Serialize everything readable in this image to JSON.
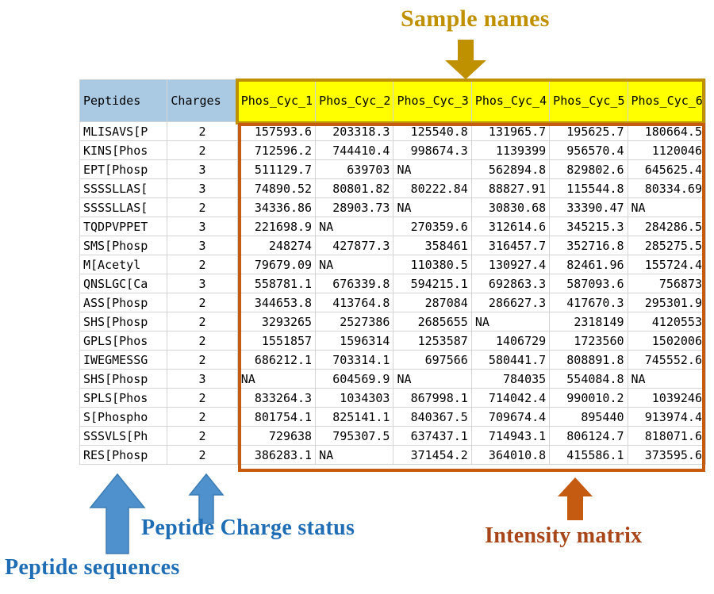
{
  "annotations": {
    "sample_names": "Sample names",
    "peptide_sequences": "Peptide sequences",
    "peptide_charge_status": "Peptide Charge status",
    "intensity_matrix": "Intensity matrix"
  },
  "colors": {
    "sample_names_accent": "#bf9000",
    "intensity_accent": "#c55a11",
    "peptide_accent": "#1f6eb5",
    "header_fill_blue": "#aac9e3",
    "header_fill_yellow": "#ffff00"
  },
  "table": {
    "headers": {
      "peptides": "Peptides",
      "charges": "Charges",
      "samples": [
        "Phos_Cyc_1",
        "Phos_Cyc_2",
        "Phos_Cyc_3",
        "Phos_Cyc_4",
        "Phos_Cyc_5",
        "Phos_Cyc_6"
      ]
    },
    "rows": [
      {
        "peptide": "MLISAVS[P",
        "charge": "2",
        "values": [
          "157593.6",
          "203318.3",
          "125540.8",
          "131965.7",
          "195625.7",
          "180664.5"
        ]
      },
      {
        "peptide": "KINS[Phos",
        "charge": "2",
        "values": [
          "712596.2",
          "744410.4",
          "998674.3",
          "1139399",
          "956570.4",
          "1120046"
        ]
      },
      {
        "peptide": "EPT[Phosp",
        "charge": "3",
        "values": [
          "511129.7",
          "639703",
          "NA",
          "562894.8",
          "829802.6",
          "645625.4"
        ]
      },
      {
        "peptide": "SSSSLLAS[",
        "charge": "3",
        "values": [
          "74890.52",
          "80801.82",
          "80222.84",
          "88827.91",
          "115544.8",
          "80334.69"
        ]
      },
      {
        "peptide": "SSSSLLAS[",
        "charge": "2",
        "values": [
          "34336.86",
          "28903.73",
          "NA",
          "30830.68",
          "33390.47",
          "NA"
        ]
      },
      {
        "peptide": "TQDPVPPET",
        "charge": "3",
        "values": [
          "221698.9",
          "NA",
          "270359.6",
          "312614.6",
          "345215.3",
          "284286.5"
        ]
      },
      {
        "peptide": "SMS[Phosp",
        "charge": "3",
        "values": [
          "248274",
          "427877.3",
          "358461",
          "316457.7",
          "352716.8",
          "285275.5"
        ]
      },
      {
        "peptide": "M[Acetyl",
        "charge": "2",
        "values": [
          "79679.09",
          "NA",
          "110380.5",
          "130927.4",
          "82461.96",
          "155724.4"
        ]
      },
      {
        "peptide": "QNSLGC[Ca",
        "charge": "3",
        "values": [
          "558781.1",
          "676339.8",
          "594215.1",
          "692863.3",
          "587093.6",
          "756873"
        ]
      },
      {
        "peptide": "ASS[Phosp",
        "charge": "2",
        "values": [
          "344653.8",
          "413764.8",
          "287084",
          "286627.3",
          "417670.3",
          "295301.9"
        ]
      },
      {
        "peptide": "SHS[Phosp",
        "charge": "2",
        "values": [
          "3293265",
          "2527386",
          "2685655",
          "NA",
          "2318149",
          "4120553"
        ]
      },
      {
        "peptide": "GPLS[Phos",
        "charge": "2",
        "values": [
          "1551857",
          "1596314",
          "1253587",
          "1406729",
          "1723560",
          "1502006"
        ]
      },
      {
        "peptide": "IWEGMESSG",
        "charge": "2",
        "values": [
          "686212.1",
          "703314.1",
          "697566",
          "580441.7",
          "808891.8",
          "745552.6"
        ]
      },
      {
        "peptide": "SHS[Phosp",
        "charge": "3",
        "values": [
          "NA",
          "604569.9",
          "NA",
          "784035",
          "554084.8",
          "NA"
        ]
      },
      {
        "peptide": "SPLS[Phos",
        "charge": "2",
        "values": [
          "833264.3",
          "1034303",
          "867998.1",
          "714042.4",
          "990010.2",
          "1039246"
        ]
      },
      {
        "peptide": "S[Phospho",
        "charge": "2",
        "values": [
          "801754.1",
          "825141.1",
          "840367.5",
          "709674.4",
          "895440",
          "913974.4"
        ]
      },
      {
        "peptide": "SSSVLS[Ph",
        "charge": "2",
        "values": [
          "729638",
          "795307.5",
          "637437.1",
          "714943.1",
          "806124.7",
          "818071.6"
        ]
      },
      {
        "peptide": "RES[Phosp",
        "charge": "2",
        "values": [
          "386283.1",
          "NA",
          "371454.2",
          "364010.8",
          "415586.1",
          "373595.6"
        ]
      }
    ]
  }
}
